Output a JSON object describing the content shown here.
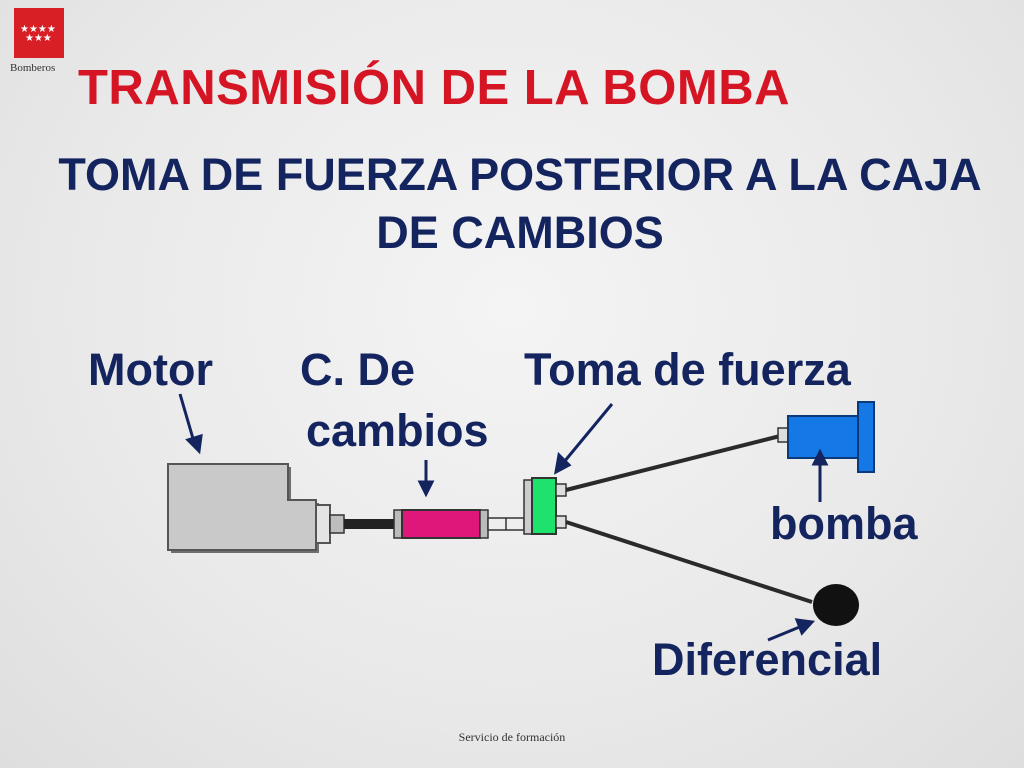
{
  "header": {
    "logo_caption": "Bomberos",
    "title": "TRANSMISIÓN DE LA BOMBA",
    "subtitle": "TOMA DE FUERZA POSTERIOR A LA CAJA DE CAMBIOS"
  },
  "labels": {
    "motor": "Motor",
    "caja_line1": "C. De",
    "caja_line2": "cambios",
    "toma": "Toma de fuerza",
    "bomba": "bomba",
    "diferencial": "Diferencial"
  },
  "footer": {
    "text": "Servicio de formación"
  },
  "colors": {
    "title": "#d51424",
    "text": "#14245e",
    "logo": "#d81f26",
    "motor": "#c9c9c9",
    "caja": "#e0177a",
    "toma": "#1de36c",
    "bomba": "#1479e6",
    "diferencial": "#111111"
  }
}
